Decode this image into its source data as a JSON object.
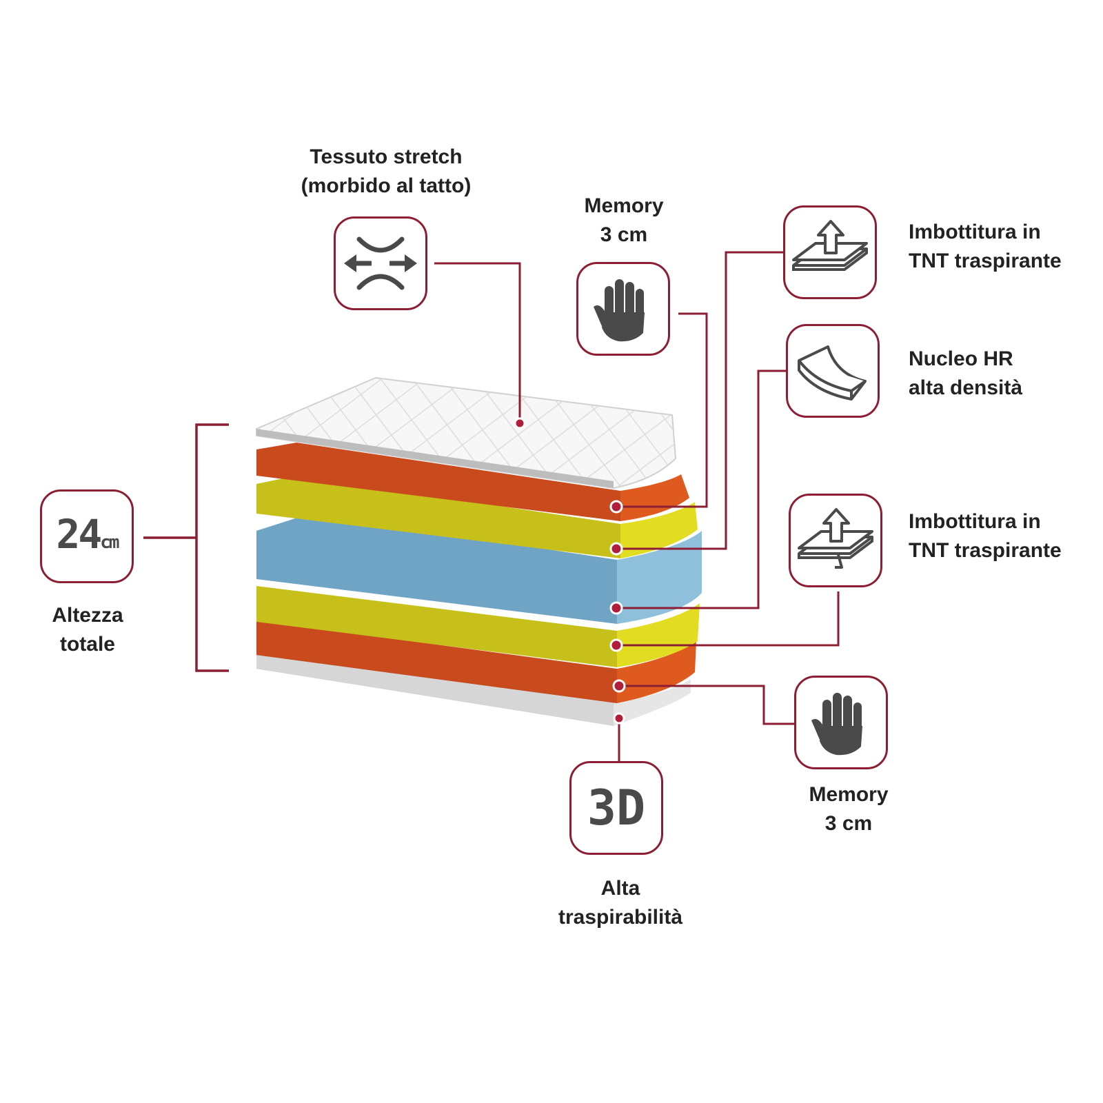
{
  "labels": {
    "tessuto": {
      "line1": "Tessuto stretch",
      "line2": "(morbido al tatto)"
    },
    "memory_top": {
      "line1": "Memory",
      "line2": "3 cm"
    },
    "tnt_top": {
      "line1": "Imbottitura in",
      "line2": "TNT traspirante"
    },
    "nucleo": {
      "line1": "Nucleo HR",
      "line2": "alta densità"
    },
    "tnt_bottom": {
      "line1": "Imbottitura in",
      "line2": "TNT traspirante"
    },
    "memory_bottom": {
      "line1": "Memory",
      "line2": "3 cm"
    },
    "altezza": {
      "line1": "Altezza",
      "line2": "totale"
    },
    "alta": {
      "line1": "Alta",
      "line2": "traspirabilità"
    }
  },
  "icons": {
    "height_value": "24",
    "height_unit": "cm",
    "three_d": "3D"
  },
  "icon_names": [
    "stretch-fabric-icon",
    "hand-icon",
    "layer-up-icon",
    "curved-foam-icon",
    "layer-up-down-icon",
    "height-24cm-icon",
    "3d-icon"
  ],
  "colors": {
    "accent": "#8c1d33",
    "fabric": "#f2f2f2",
    "memory_layer": "#c94a1c",
    "tnt_layer": "#c8c01a",
    "core_layer": "#6fa4c4",
    "bottom_layer": "#d9d9d9",
    "icon_gray": "#4a4a4a"
  }
}
